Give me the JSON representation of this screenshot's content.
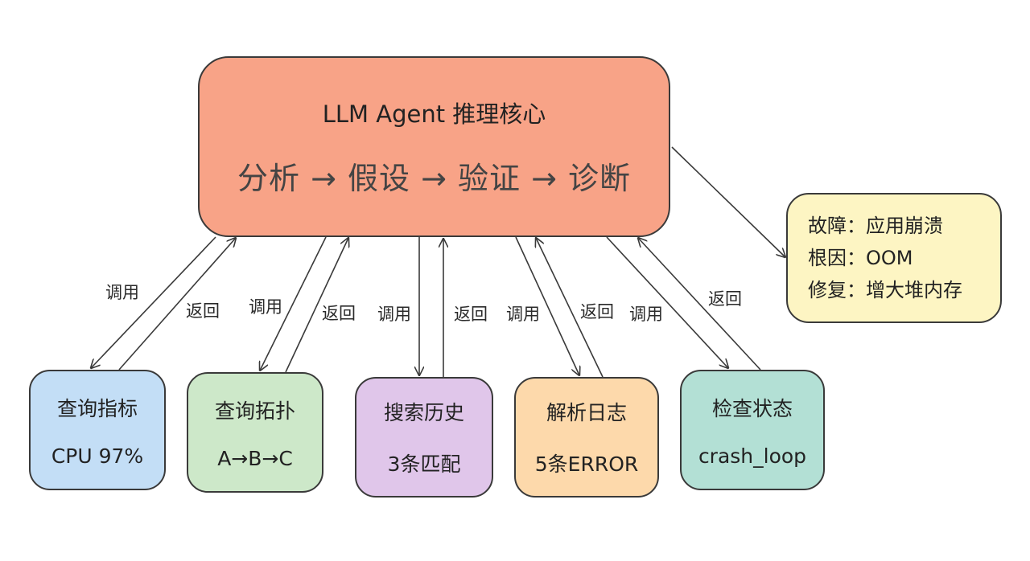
{
  "core": {
    "title": "LLM Agent 推理核心",
    "flow": "分析 → 假设 → 验证 → 诊断"
  },
  "tools": [
    {
      "name": "查询指标",
      "value": "CPU 97%",
      "call_label": "调用",
      "return_label": "返回"
    },
    {
      "name": "查询拓扑",
      "value": "A→B→C",
      "call_label": "调用",
      "return_label": "返回"
    },
    {
      "name": "搜索历史",
      "value": "3条匹配",
      "call_label": "调用",
      "return_label": "返回"
    },
    {
      "name": "解析日志",
      "value": "5条ERROR",
      "call_label": "调用",
      "return_label": "返回"
    },
    {
      "name": "检查状态",
      "value": "crash_loop",
      "call_label": "调用",
      "return_label": "返回"
    }
  ],
  "result": {
    "fault": "故障：应用崩溃",
    "root_cause": "根因：OOM",
    "fix": "修复：增大堆内存"
  },
  "colors": {
    "core_fill": "#f8a387",
    "tool1_fill": "#c3def6",
    "tool2_fill": "#cde8c9",
    "tool3_fill": "#e0c6ea",
    "tool4_fill": "#fdd9ab",
    "tool5_fill": "#b3e0d5",
    "result_fill": "#fdf5c3",
    "stroke": "#3a3a3a"
  }
}
